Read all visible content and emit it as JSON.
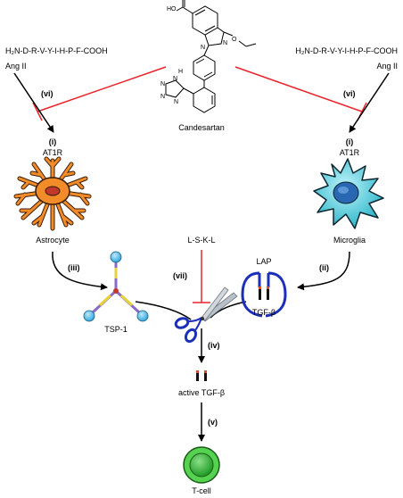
{
  "left_peptide": "H₂N-D-R-V-Y-I-H-P-F-COOH",
  "right_peptide": "H₂N-D-R-V-Y-I-H-P-F-COOH",
  "ang_left": "Ang II",
  "ang_right": "Ang II",
  "drug": {
    "name": "Candesartan",
    "acid_label": "HO",
    "nh_label": "H",
    "ring_n_labels": [
      "N",
      "N",
      "N",
      "N"
    ],
    "o_label": "O",
    "bim_n_labels": [
      "N",
      "N"
    ]
  },
  "steps": {
    "vi_left": "(vi)",
    "vi_right": "(vi)",
    "i_left": "(i)",
    "i_right": "(i)",
    "iii": "(iii)",
    "ii": "(ii)",
    "vii": "(vii)",
    "iv": "(iv)",
    "v": "(v)"
  },
  "receptor_left": "AT1R",
  "receptor_right": "AT1R",
  "cell_left": "Astrocyte",
  "cell_right": "Microglia",
  "inhibitor_peptide": "L-S-K-L",
  "tsp": "TSP-1",
  "lap": "LAP",
  "tgf": "TGF-β",
  "active_tgf": "active TGF-β",
  "tcell": "T-cell",
  "colors": {
    "inhibit": "#e8242a",
    "astrocyte": "#f28c28",
    "microglia": "#46c8d8",
    "lap": "#1c2fb8",
    "tcell": "#3ec83a",
    "tsp_node": "#4cc0ec"
  }
}
